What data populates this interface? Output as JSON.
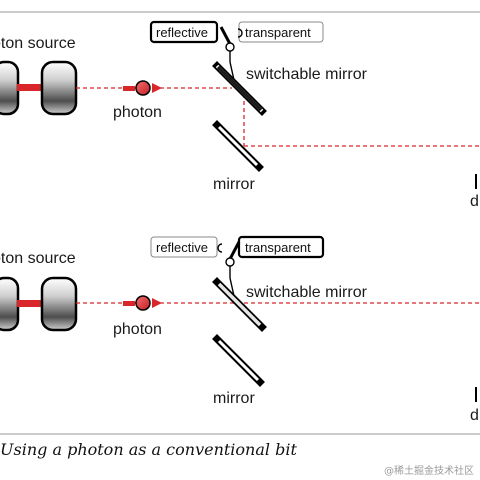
{
  "panels": [
    {
      "photon_source_label": "oton source",
      "photon_label": "photon",
      "switch_left_label": "reflective",
      "switch_right_label": "transparent",
      "switch_state": "reflective",
      "switchable_mirror_label": "switchable mirror",
      "mirror_label": "mirror",
      "detector_label_1": "",
      "detector_label_2": "d"
    },
    {
      "photon_source_label": "oton source",
      "photon_label": "photon",
      "switch_left_label": "reflective",
      "switch_right_label": "transparent",
      "switch_state": "transparent",
      "switchable_mirror_label": "switchable mirror",
      "mirror_label": "mirror",
      "detector_label_1": "",
      "detector_label_2": "d"
    }
  ],
  "caption": "Using a photon as a conventional bit",
  "watermark": "@稀土掘金技术社区",
  "colors": {
    "beam": "#d9262b",
    "photon": "#e03030",
    "frame": "#999999"
  }
}
